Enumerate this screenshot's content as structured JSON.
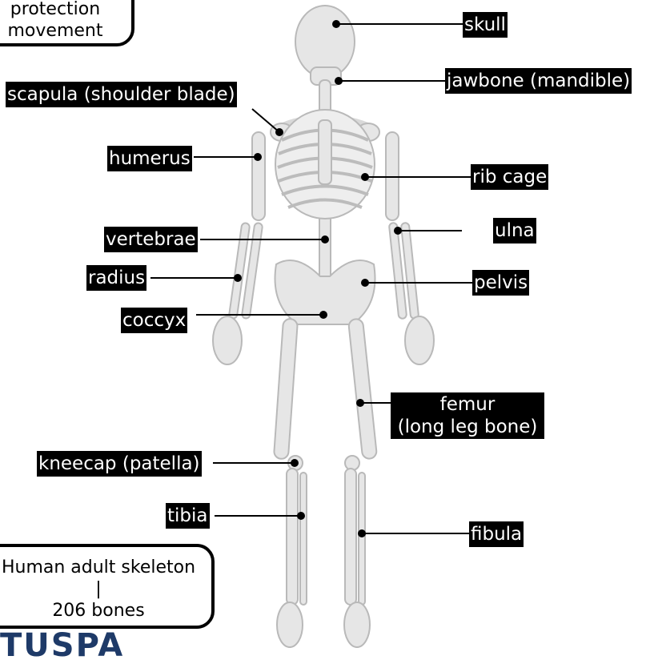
{
  "colors": {
    "bone": "#e6e6e6",
    "bone_shadow": "#b9b9b9",
    "label_bg": "#000000",
    "label_text": "#ffffff",
    "logo": "#1e3a68"
  },
  "top_box": {
    "line1": "protection",
    "line2": "movement"
  },
  "bottom_box": {
    "line1": "Human adult skeleton",
    "line2": "|",
    "line3": "206 bones"
  },
  "logo": {
    "text": "TUSPA"
  },
  "labels": {
    "skull": "skull",
    "jawbone": "jawbone (mandible)",
    "scapula": "scapula (shoulder blade)",
    "humerus": "humerus",
    "rib_cage": "rib cage",
    "ulna": "ulna",
    "vertebrae": "vertebrae",
    "radius": "radius",
    "pelvis": "pelvis",
    "coccyx": "coccyx",
    "femur_line1": "femur",
    "femur_line2": "(long leg bone)",
    "kneecap": "kneecap (patella)",
    "tibia": "tibia",
    "fibula": "fibula"
  }
}
